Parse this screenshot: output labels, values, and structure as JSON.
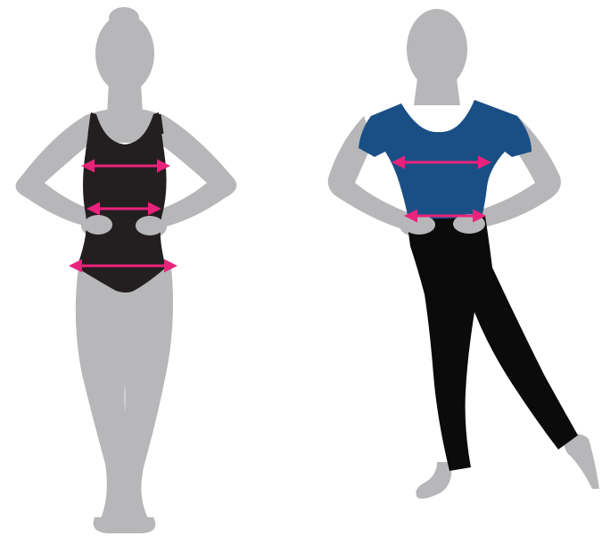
{
  "colors": {
    "background": "#ffffff",
    "silhouette": "#b7b7b9",
    "leotard": "#231f20",
    "shirt": "#1a4f86",
    "tights": "#0b0b0c",
    "measure_arrow": "#e8237b"
  },
  "figures": [
    {
      "name": "female-dancer",
      "garment": "leotard",
      "measurement_lines": [
        "bust",
        "waist",
        "hips"
      ]
    },
    {
      "name": "male-dancer",
      "garment": "shirt-and-tights",
      "measurement_lines": [
        "chest",
        "waist"
      ]
    }
  ]
}
